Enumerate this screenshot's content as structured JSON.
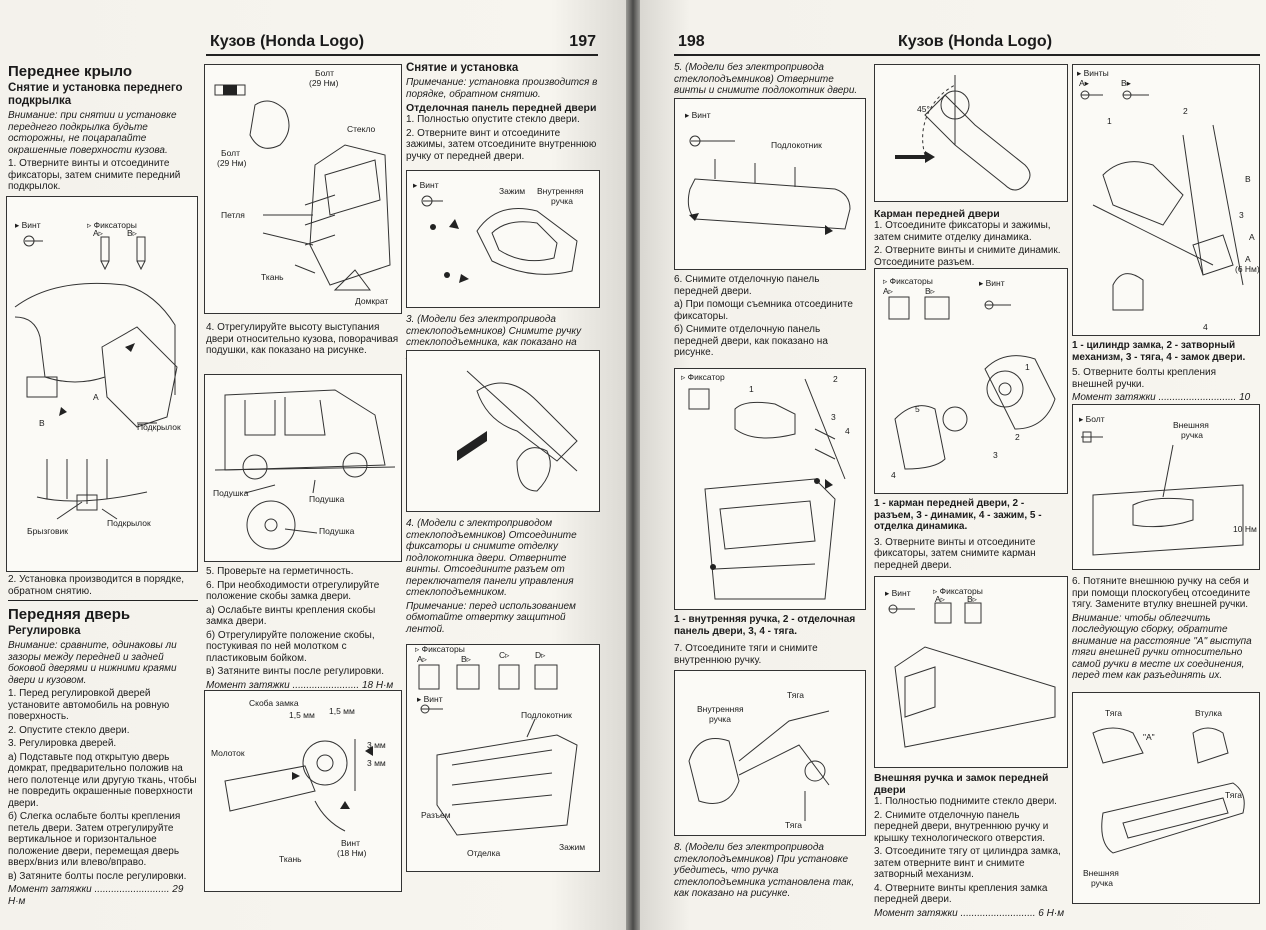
{
  "left_page": {
    "number": "197",
    "running_title": "Кузов (Honda Logo)",
    "col1": {
      "section_title": "Переднее крыло",
      "subtitle": "Снятие и установка переднего подкрылка",
      "note": "Внимание: при снятии и установке переднего подкрылка будьте осторожны, не поцарапайте окрашенные поверхности кузова.",
      "step1": "1. Отверните винты и отсоедините фиксаторы, затем снимите передний подкрылок.",
      "fig1": {
        "vint": "▸ Винт",
        "fiksatory": "▹ Фиксаторы",
        "a": "A▹",
        "b": "B▹",
        "podkrylok1": "Подкрылок",
        "podkrylok2": "Подкрылок",
        "bryzgovik": "Брызговик",
        "a_mark": "A",
        "b_mark": "B"
      },
      "step2": "2. Установка производится в порядке, обратном снятию.",
      "section2_title": "Передняя дверь",
      "section2_sub": "Регулировка",
      "note2": "Внимание: сравните, одинаковы ли зазоры между передней и задней боковой дверями и нижними краями двери и кузовом.",
      "s1": "1. Перед регулировкой дверей установите автомобиль на ровную поверхность.",
      "s2": "2. Опустите стекло двери.",
      "s3": "3. Регулировка дверей.",
      "s3a": "а) Подставьте под открытую дверь домкрат, предварительно положив на него полотенце или другую ткань, чтобы не повредить окрашенные поверхности двери.",
      "s3b": "б) Слегка ослабьте болты крепления петель двери. Затем отрегулируйте вертикальное и горизонтальное положение двери, перемещая дверь вверх/вниз или влево/вправо.",
      "s3c": "в) Затяните болты после регулировки.",
      "torque": "Момент затяжки ........................... 29 Н·м"
    },
    "col2": {
      "fig_door": {
        "bolt_top": "Болт",
        "bolt_top_nm": "(29 Нм)",
        "bolt_bottom": "Болт",
        "bolt_bottom_nm": "(29 Нм)",
        "steklo": "Стекло",
        "petlya": "Петля",
        "tkan": "Ткань",
        "domkrat": "Домкрат"
      },
      "step4": "4. Отрегулируйте высоту выступания двери относительно кузова, поворачивая подушки, как показано на рисунке.",
      "fig_car": {
        "podushka1": "Подушка",
        "podushka2": "Подушка",
        "podushka3": "Подушка"
      },
      "step5": "5. Проверьте на герметичность.",
      "step6": "6. При необходимости отрегулируйте положение скобы замка двери.",
      "s6a": "а) Ослабьте винты крепления скобы замка двери.",
      "s6b": "б) Отрегулируйте положение скобы, постукивая по ней молотком с пластиковым бойком.",
      "s6c": "в) Затяните винты после регулировки.",
      "torque": "Момент затяжки ........................ 18 Н·м",
      "fig_latch": {
        "skoba": "Скоба замка",
        "d15a": "1,5 мм",
        "d15b": "1,5 мм",
        "d3a": "3 мм",
        "d3b": "3 мм",
        "molotok": "Молоток",
        "vint": "Винт",
        "vint_nm": "(18 Нм)",
        "tkan": "Ткань"
      }
    },
    "col3": {
      "title": "Снятие и установка",
      "note": "Примечание: установка производится в порядке, обратном снятию.",
      "sub": "Отделочная панель передней двери",
      "s1": "1. Полностью опустите стекло двери.",
      "s2": "2. Отверните винт и отсоедините зажимы, затем отсоедините внутреннюю ручку от передней двери.",
      "fig_handle": {
        "vint": "▸ Винт",
        "zazhim": "Зажим",
        "vnutr": "Внутренняя",
        "ruchka": "ручка"
      },
      "s3": "3. (Модели без электропривода стеклоподъемников) Снимите ручку стеклоподъемника, как показано на рисунке.",
      "s4": "4. (Модели с электроприводом стеклоподъемников) Отсоедините фиксаторы и снимите отделку подлокотника двери. Отверните винты. Отсоедините разъем от переключателя панели управления стеклоподъемником.",
      "note2": "Примечание: перед использованием обмотайте отвертку защитной лентой.",
      "fig_armrest": {
        "fiksatory": "▹ Фиксаторы",
        "a": "A▹",
        "b": "B▹",
        "c": "C▹",
        "d": "D▹",
        "vint": "▸ Винт",
        "podlokotnik": "Подлокотник",
        "razem": "Разъем",
        "otdelka": "Отделка",
        "zazhim": "Зажим"
      }
    }
  },
  "right_page": {
    "number": "198",
    "running_title": "Кузов (Honda Logo)",
    "col1": {
      "s5": "5. (Модели без электропривода стеклоподъемников) Отверните винты и снимите подлокотник двери.",
      "fig_arm": {
        "vint": "▸ Винт",
        "podlokotnik": "Подлокотник"
      },
      "s6": "6. Снимите отделочную панель передней двери.",
      "s6a": "а) При помощи съемника отсоедините фиксаторы.",
      "s6b": "б) Снимите отделочную панель передней двери, как показано на рисунке.",
      "fig_panel": {
        "fiksator": "▹ Фиксатор",
        "n1": "1",
        "n2": "2",
        "n3": "3",
        "n4": "4"
      },
      "caption": "1 - внутренняя ручка, 2 - отделочная панель двери, 3, 4 - тяга.",
      "s7": "7. Отсоедините тяги и снимите внутреннюю ручку.",
      "fig_rods": {
        "vnutr": "Внутренняя",
        "ruchka": "ручка",
        "tyaga1": "Тяга",
        "tyaga2": "Тяга"
      },
      "s8": "8. (Модели без электропривода стеклоподъемников) При установке убедитесь, что ручка стеклоподъемника установлена так, как показано на рисунке."
    },
    "col2": {
      "fig_angle": {
        "angle": "45°"
      },
      "title": "Карман передней двери",
      "s1": "1. Отсоедините фиксаторы и зажимы, затем снимите отделку динамика.",
      "s2": "2. Отверните винты и снимите динамик. Отсоедините разъем.",
      "fig_pocket": {
        "fiksatory": "▹ Фиксаторы",
        "a": "A▹",
        "b": "B▹",
        "vint": "▸ Винт",
        "n1": "1",
        "n2": "2",
        "n3": "3",
        "n4": "4",
        "n5": "5"
      },
      "caption": "1 - карман передней двери, 2 - разъем, 3 - динамик, 4 - зажим, 5 - отделка динамика.",
      "s3": "3. Отверните винты и отсоедините фиксаторы, затем снимите карман передней двери.",
      "fig_pocket2": {
        "vint": "▸ Винт",
        "fiksatory": "▹ Фиксаторы",
        "a": "A▹",
        "b": "B▹"
      },
      "title2": "Внешняя ручка и замок передней двери",
      "t1": "1. Полностью поднимите стекло двери.",
      "t2": "2. Снимите отделочную панель передней двери, внутреннюю ручку и крышку технологического отверстия.",
      "t3": "3. Отсоедините тягу от цилиндра замка, затем отверните винт и снимите затворный механизм.",
      "t4": "4. Отверните винты крепления замка передней двери.",
      "torque": "Момент затяжки ........................... 6 Н·м"
    },
    "col3": {
      "fig_lock": {
        "vinty": "▸ Винты",
        "a": "A▸",
        "b": "B▸",
        "n1": "1",
        "n2": "2",
        "n3": "3",
        "n4": "4",
        "mb": "B",
        "ma": "A",
        "ma2": "A",
        "nm": "(6 Нм)"
      },
      "caption": "1 - цилиндр замка, 2 - затворный механизм, 3 - тяга, 4 - замок двери.",
      "s5": "5. Отверните болты крепления внешней ручки.",
      "torque": "Момент затяжки ............................ 10 Н·м",
      "fig_bolt": {
        "bolt": "▸ Болт",
        "vneshnyaya": "Внешняя",
        "ruchka": "ручка",
        "nm": "10 Нм"
      },
      "s6": "6. Потяните внешнюю ручку на себя и при помощи плоскогубец отсоедините тягу. Замените втулку внешней ручки.",
      "note": "Внимание: чтобы облегчить последующую сборку, обратите внимание на расстояние \"А\" выступа тяги внешней ручки относительно самой ручки в месте их соединения, перед тем как разъединять их.",
      "fig_outer": {
        "tyaga1": "Тяга",
        "vtulka": "Втулка",
        "a_mark": "\"A\"",
        "tyaga2": "Тяга",
        "vneshnyaya": "Внешняя",
        "ruchka": "ручка"
      }
    }
  }
}
